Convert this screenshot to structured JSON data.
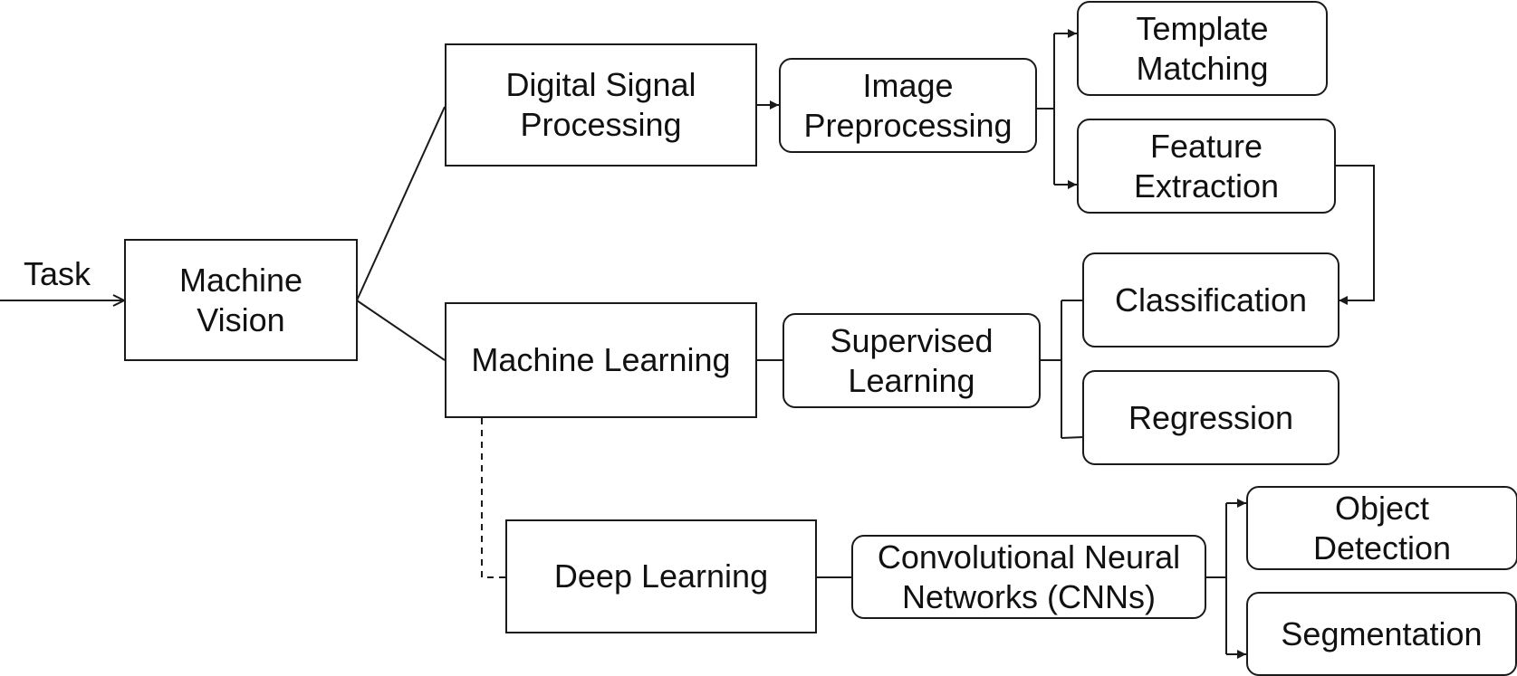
{
  "input_label": "Task",
  "nodes": {
    "machine_vision": [
      "Machine",
      "Vision"
    ],
    "digital_signal_processing": [
      "Digital Signal",
      "Processing"
    ],
    "image_preprocessing": [
      "Image",
      "Preprocessing"
    ],
    "template_matching": [
      "Template",
      "Matching"
    ],
    "feature_extraction": [
      "Feature",
      "Extraction"
    ],
    "machine_learning": [
      "Machine Learning"
    ],
    "supervised_learning": [
      "Supervised",
      "Learning"
    ],
    "classification": [
      "Classification"
    ],
    "regression": [
      "Regression"
    ],
    "deep_learning": [
      "Deep Learning"
    ],
    "cnn": [
      "Convolutional Neural",
      "Networks (CNNs)"
    ],
    "object_detection": [
      "Object",
      "Detection"
    ],
    "segmentation": [
      "Segmentation"
    ]
  }
}
